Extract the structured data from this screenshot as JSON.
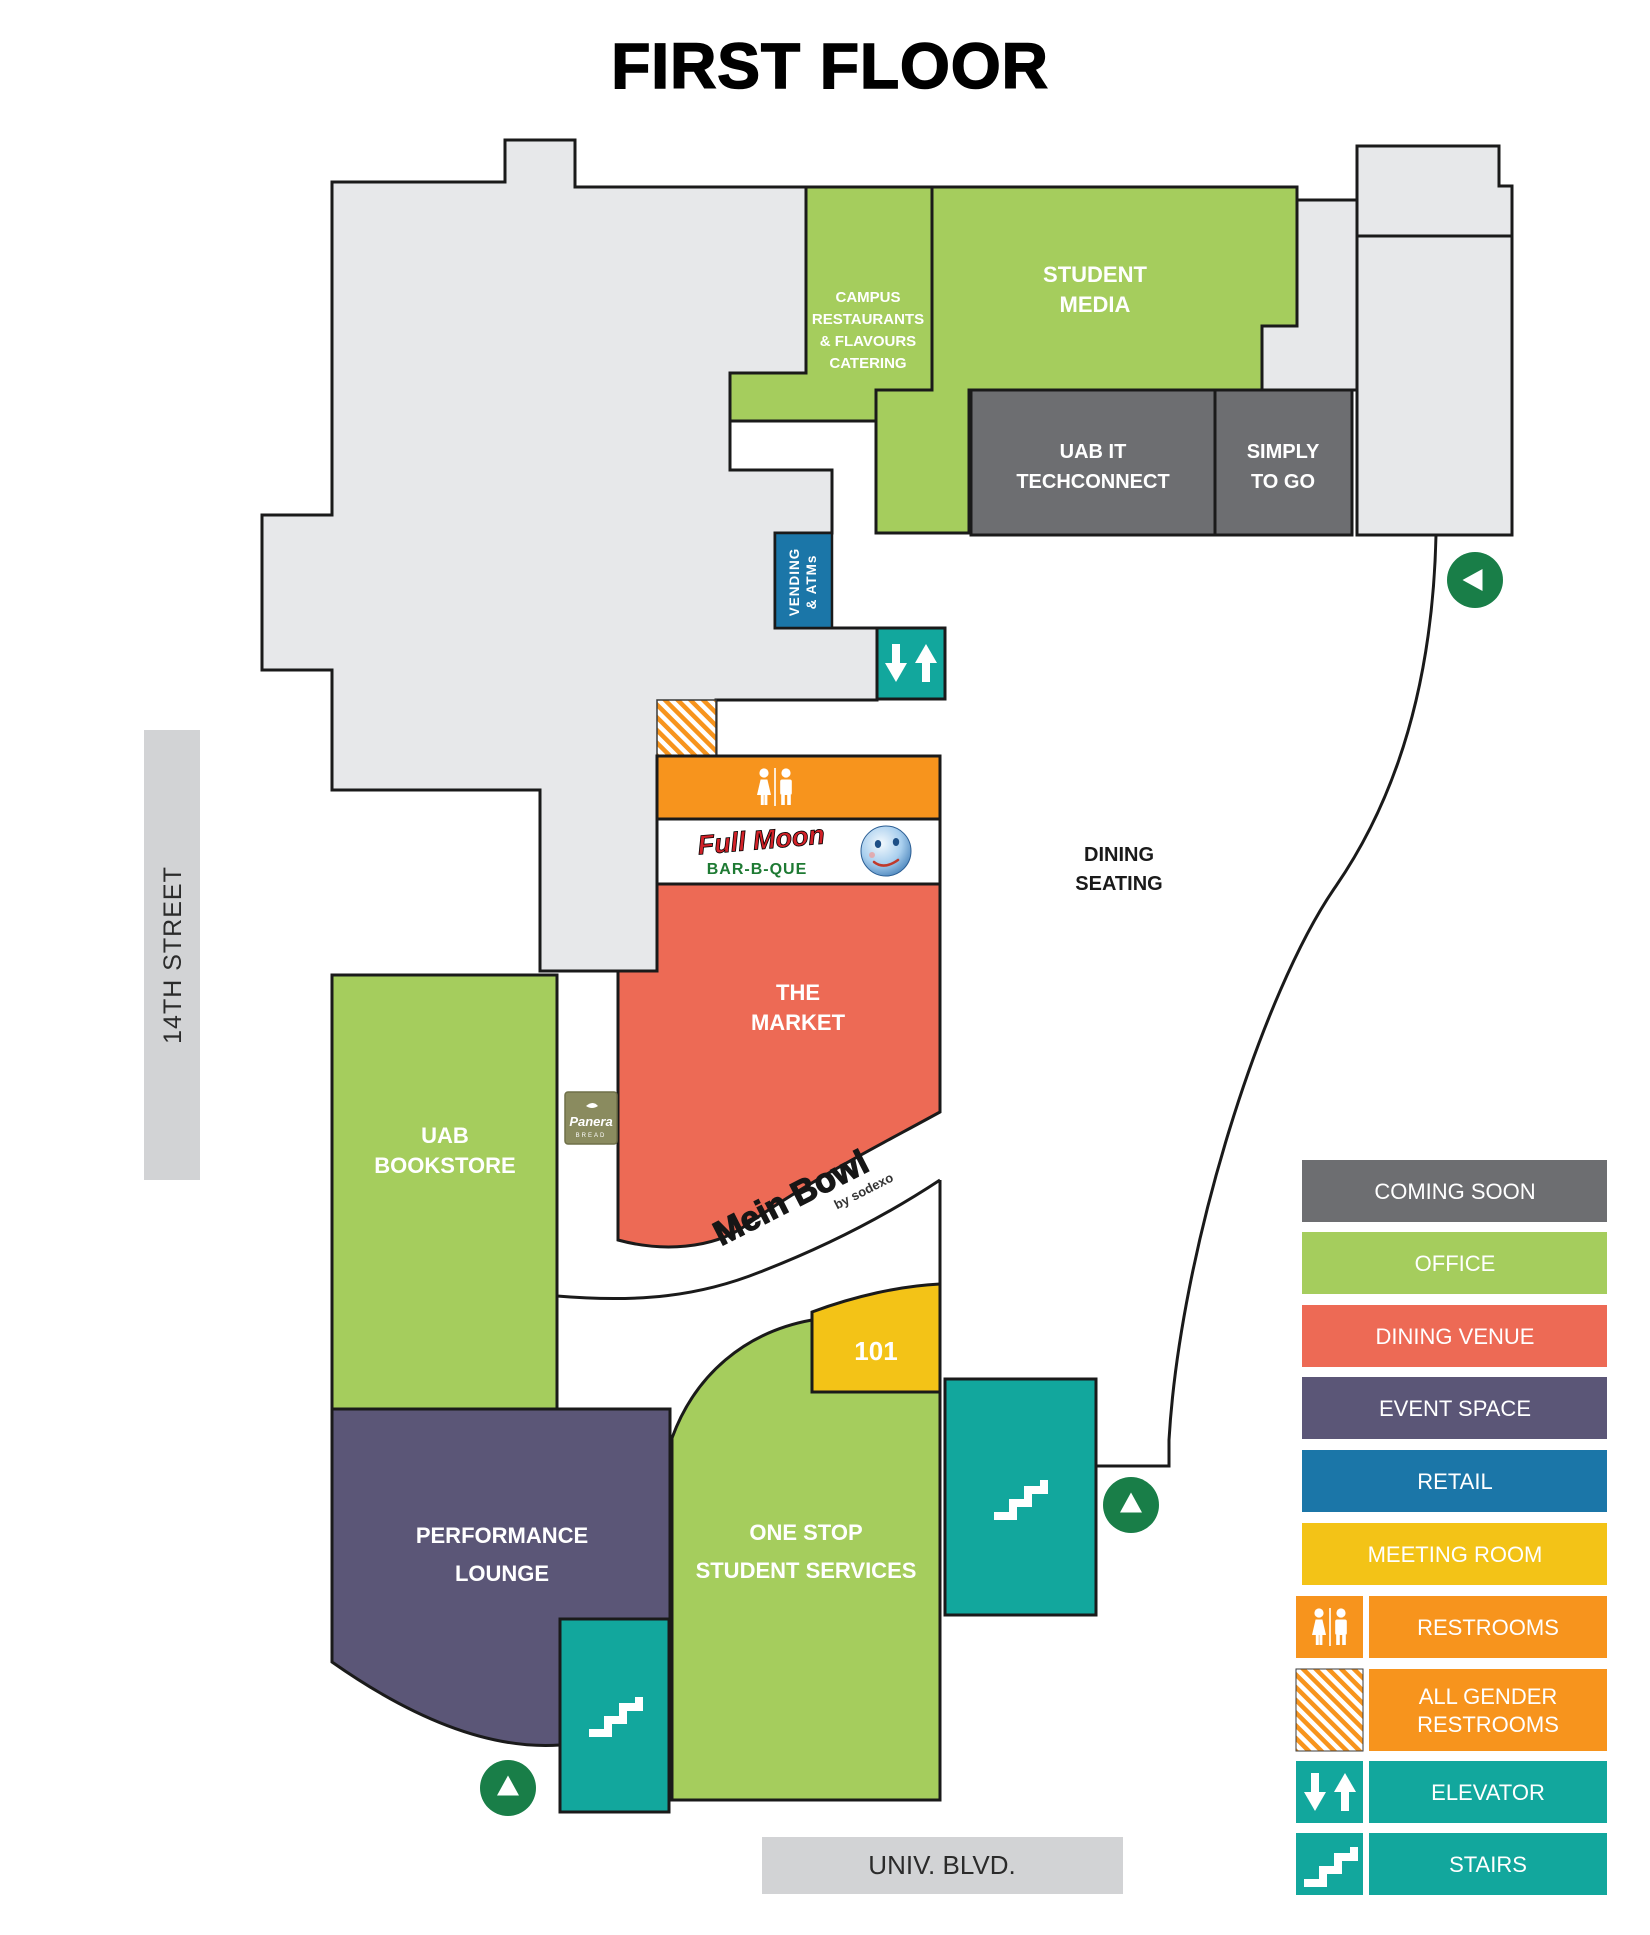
{
  "title": "FIRST FLOOR",
  "streets": {
    "left_vertical": "14TH STREET",
    "bottom": "UNIV. BLVD."
  },
  "rooms": {
    "campus_restaurants": {
      "l1": "CAMPUS",
      "l2": "RESTAURANTS",
      "l3": "& FLAVOURS",
      "l4": "CATERING"
    },
    "student_media": {
      "l1": "STUDENT",
      "l2": "MEDIA"
    },
    "uab_it_techconnect": {
      "l1": "UAB IT",
      "l2": "TECHCONNECT"
    },
    "simply_to_go": {
      "l1": "SIMPLY",
      "l2": "TO GO"
    },
    "vending_atms": {
      "l1": "VENDING",
      "l2": "& ATMs"
    },
    "dining_seating": {
      "l1": "DINING",
      "l2": "SEATING"
    },
    "the_market": {
      "l1": "THE",
      "l2": "MARKET"
    },
    "uab_bookstore": {
      "l1": "UAB",
      "l2": "BOOKSTORE"
    },
    "performance_lounge": {
      "l1": "PERFORMANCE",
      "l2": "LOUNGE"
    },
    "one_stop_student_services": {
      "l1": "ONE STOP",
      "l2": "STUDENT SERVICES"
    },
    "meeting_room_101": "101"
  },
  "logos": {
    "full_moon": {
      "name": "Full Moon",
      "sub": "BAR-B-QUE"
    },
    "panera": {
      "name": "Panera",
      "sub": "BREAD"
    },
    "mein_bowl": {
      "name": "Mein Bowl",
      "sub": "by sodexo"
    }
  },
  "legend": {
    "items": [
      {
        "label": "COMING SOON",
        "color": "#6d6e71"
      },
      {
        "label": "OFFICE",
        "color": "#a5cd5d"
      },
      {
        "label": "DINING VENUE",
        "color": "#ed6a55"
      },
      {
        "label": "EVENT SPACE",
        "color": "#5b5677"
      },
      {
        "label": "RETAIL",
        "color": "#1b76a8"
      },
      {
        "label": "MEETING ROOM",
        "color": "#f3c317"
      },
      {
        "label": "RESTROOMS",
        "color": "#f7941d",
        "icon": "restrooms-icon"
      },
      {
        "label": "ALL GENDER",
        "label2": "RESTROOMS",
        "color": "#f7941d",
        "icon": "all-gender-hatch-icon"
      },
      {
        "label": "ELEVATOR",
        "color": "#12a79d",
        "icon": "elevator-arrows-icon"
      },
      {
        "label": "STAIRS",
        "color": "#12a79d",
        "icon": "stairs-icon"
      }
    ]
  },
  "colors": {
    "building_gray": "#e7e8ea",
    "street_gray": "#d2d3d5",
    "coming_soon_gray": "#6d6e71",
    "office_green": "#a5cd5d",
    "dining_red": "#ed6a55",
    "event_purple": "#5b5677",
    "retail_blue": "#1b76a8",
    "meeting_yellow": "#f3c317",
    "restroom_orange": "#f7941d",
    "elevator_teal": "#12a79d",
    "entrance_circle_green": "#197e48",
    "outline_black": "#1a1a1a"
  }
}
